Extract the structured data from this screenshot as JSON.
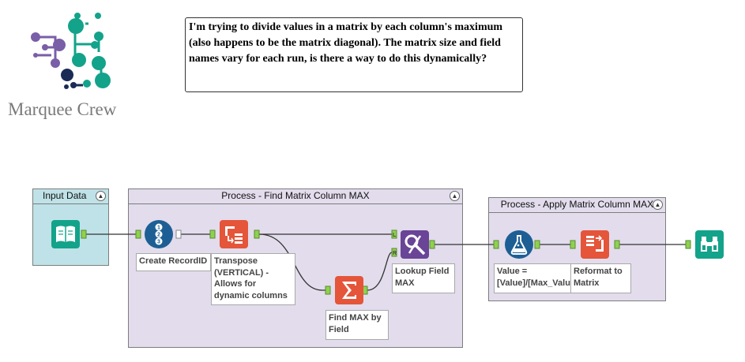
{
  "logo": {
    "brand": "Marquee Crew"
  },
  "comment": {
    "text": "I'm trying to divide values in a matrix by each column's maximum (also happens to be the matrix diagonal). The matrix size and field names vary for each run, is there a way to do this dynamically?"
  },
  "containers": {
    "input": {
      "title": "Input Data",
      "collapse_icon": "chevron-up-icon"
    },
    "process1": {
      "title": "Process - Find Matrix Column MAX",
      "collapse_icon": "chevron-up-icon"
    },
    "process2": {
      "title": "Process - Apply Matrix Column MAX",
      "collapse_icon": "chevron-up-icon"
    }
  },
  "tools": {
    "input_data": {
      "icon": "book-icon",
      "color": "#13a38a"
    },
    "record_id": {
      "icon": "numbered-list-icon",
      "color": "#1d5f94",
      "label": "Create RecordID"
    },
    "transpose": {
      "icon": "transpose-icon",
      "color": "#e4553a",
      "label": "Transpose (VERTICAL) - Allows for dynamic columns"
    },
    "summarize": {
      "icon": "sigma-icon",
      "color": "#e4553a",
      "label": "Find MAX by Field"
    },
    "find_replace": {
      "icon": "find-replace-icon",
      "color": "#6a4496",
      "label": "Lookup Field MAX"
    },
    "formula": {
      "icon": "flask-icon",
      "color": "#1d5f94",
      "label": "Value = [Value]/[Max_Value]"
    },
    "cross_tab": {
      "icon": "crosstab-icon",
      "color": "#e4553a",
      "label": "Reformat to Matrix"
    },
    "browse": {
      "icon": "binoculars-icon",
      "color": "#13a38a"
    }
  },
  "colors": {
    "anchor": "#8fd14f",
    "container_bg": "#e2dcec",
    "input_container_bg": "#bfe2e8"
  }
}
